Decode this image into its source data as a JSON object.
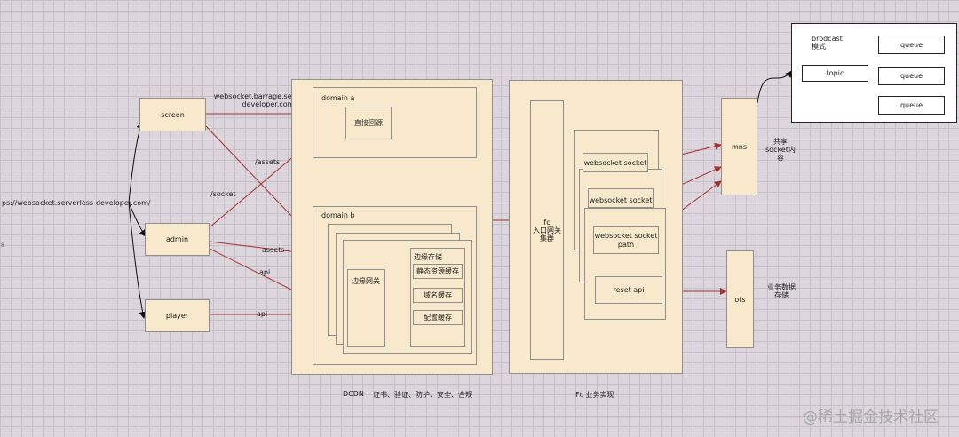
{
  "client": {
    "url": "ps://websocket.serverless-developer.com/"
  },
  "apps": {
    "screen": "screen",
    "admin": "admin",
    "player": "player"
  },
  "edges": {
    "screen_ws": "websocket.barrage.serverless-developer.com",
    "assets": "/assets",
    "socket": "/socket",
    "assets2": "assets",
    "api": "api",
    "api2": "api"
  },
  "dcdn": {
    "domain_a": "domain a",
    "origin": "直接回源",
    "domain_b": "domain b",
    "edge_gateway": "边缘网关",
    "edge_storage": "边缘存储",
    "static_cache": "静态资源缓存",
    "domain_cache": "域名缓存",
    "config_cache": "配置缓存",
    "caption": "DCDN",
    "features": "证书、验证、防护、安全、合规"
  },
  "fc": {
    "gateway": "fc\n入口网关\n集群",
    "ws1": "websocket socket",
    "ws2": "websocket socket",
    "ws3": "websocket socket\npath",
    "reset": "reset api",
    "caption": "Fc  业务实现"
  },
  "mns": {
    "label": "mns",
    "note": "共享\nsocket内\n容"
  },
  "broadcast": {
    "title": "brodcast\n模式",
    "topic": "topic",
    "queue1": "queue",
    "queue2": "queue",
    "queue3": "queue"
  },
  "ots": {
    "label": "ots",
    "note": "业务数据\n存储"
  },
  "watermark": "@稀土掘金技术社区",
  "edge_mark": "8"
}
